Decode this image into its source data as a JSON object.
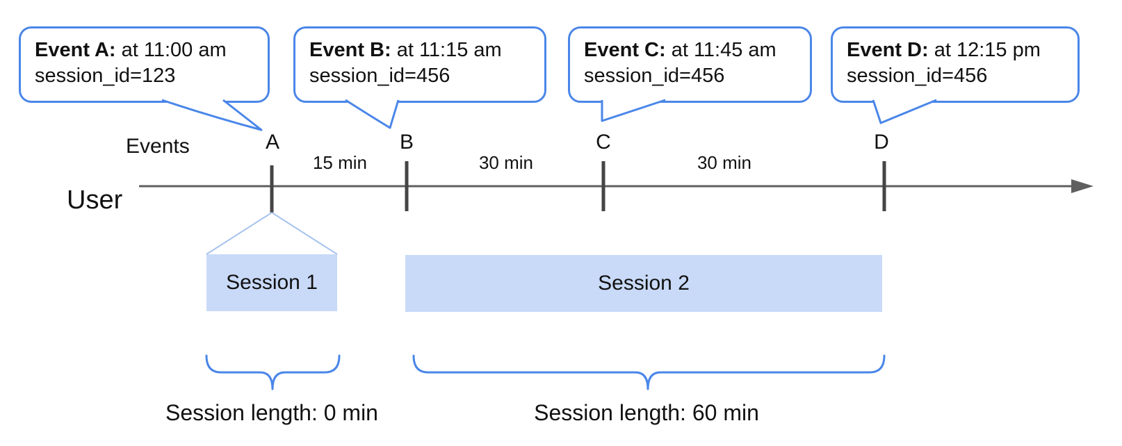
{
  "colors": {
    "accent_blue": "#4a86e8",
    "session_fill": "#c9daf8",
    "funnel_blue": "#a8c3ee",
    "line_gray": "#5f5f5f",
    "tick_gray": "#454545"
  },
  "callouts": [
    {
      "title_bold": "Event A:",
      "title_rest": " at 11:00 am",
      "detail": "session_id=123"
    },
    {
      "title_bold": "Event B:",
      "title_rest": " at 11:15 am",
      "detail": "session_id=456"
    },
    {
      "title_bold": "Event C:",
      "title_rest": " at 11:45 am",
      "detail": "session_id=456"
    },
    {
      "title_bold": "Event D:",
      "title_rest": " at 12:15 pm",
      "detail": "session_id=456"
    }
  ],
  "timeline": {
    "events_label": "Events",
    "user_label": "User",
    "markers": [
      "A",
      "B",
      "C",
      "D"
    ],
    "intervals": [
      "15 min",
      "30 min",
      "30 min"
    ]
  },
  "sessions": [
    {
      "name": "Session 1",
      "length_label": "Session length: 0 min"
    },
    {
      "name": "Session 2",
      "length_label": "Session length: 60 min"
    }
  ]
}
